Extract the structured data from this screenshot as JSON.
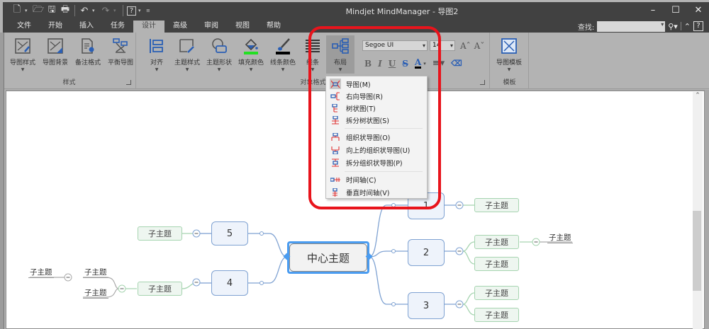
{
  "window": {
    "title": "Mindjet MindManager - 导图2",
    "controls": [
      "minimize",
      "maximize",
      "close"
    ]
  },
  "quick_access": [
    "new-document",
    "open",
    "save",
    "print",
    "undo",
    "redo",
    "help",
    "customize"
  ],
  "tabs": [
    {
      "label": "文件",
      "active": false
    },
    {
      "label": "开始",
      "active": false
    },
    {
      "label": "插入",
      "active": false
    },
    {
      "label": "任务",
      "active": false
    },
    {
      "label": "设计",
      "active": true
    },
    {
      "label": "高级",
      "active": false
    },
    {
      "label": "审阅",
      "active": false
    },
    {
      "label": "视图",
      "active": false
    },
    {
      "label": "帮助",
      "active": false
    }
  ],
  "search": {
    "label": "查找:",
    "value": ""
  },
  "ribbon": {
    "groups": {
      "style": {
        "label": "样式",
        "buttons": [
          {
            "label": "导图样式",
            "has_dropdown": true
          },
          {
            "label": "导图背景",
            "has_dropdown": false
          },
          {
            "label": "备注格式",
            "has_dropdown": false
          },
          {
            "label": "平衡导图",
            "has_dropdown": false
          }
        ]
      },
      "object_format": {
        "label": "对象格式",
        "buttons": [
          {
            "label": "对齐",
            "has_dropdown": true
          },
          {
            "label": "主题样式",
            "has_dropdown": true
          },
          {
            "label": "主题形状",
            "has_dropdown": true
          },
          {
            "label": "填充颜色",
            "has_dropdown": true,
            "color": "#22e022"
          },
          {
            "label": "线条颜色",
            "has_dropdown": true,
            "color": "#000000"
          },
          {
            "label": "线条",
            "has_dropdown": true
          },
          {
            "label": "布局",
            "has_dropdown": true,
            "pressed": true
          }
        ],
        "font": {
          "name": "Segoe UI",
          "size": "14"
        },
        "format_buttons": [
          "B",
          "I",
          "U",
          "S",
          "A"
        ]
      },
      "template": {
        "label": "模板",
        "buttons": [
          {
            "label": "导图模板",
            "has_dropdown": true
          }
        ]
      }
    }
  },
  "layout_menu": {
    "items": [
      {
        "label": "导图(M)",
        "selected": true
      },
      {
        "label": "右向导图(R)",
        "selected": false
      },
      {
        "label": "树状图(T)",
        "selected": false
      },
      {
        "label": "拆分树状图(S)",
        "selected": false
      },
      {
        "label": "组织状导图(O)",
        "selected": false
      },
      {
        "label": "向上的组织状导图(U)",
        "selected": false
      },
      {
        "label": "拆分组织状导图(P)",
        "selected": false
      },
      {
        "label": "时间轴(C)",
        "selected": false
      },
      {
        "label": "垂直时间轴(V)",
        "selected": false
      }
    ]
  },
  "mindmap": {
    "central": "中心主题",
    "main_topics": [
      "1",
      "2",
      "3",
      "4",
      "5"
    ],
    "subtopic_label": "子主题",
    "subtopics": {
      "t1": [
        "子主题"
      ],
      "t2": [
        "子主题",
        "子主题"
      ],
      "t2_sub": "子主题",
      "t3": [
        "子主题",
        "子主题"
      ],
      "t4": [
        "子主题"
      ],
      "t4_sub": [
        "子主题",
        "子主题"
      ],
      "t4_sub_sub": "子主题",
      "t5": [
        "子主题"
      ]
    }
  },
  "colors": {
    "titlebar": "#414141",
    "ribbon": "#b3b3b3",
    "highlight_box": "#e8141c",
    "main_topic_border": "#7fa2d2",
    "sub_topic_border": "#a6d4b0",
    "selection": "#4a9cf0"
  }
}
